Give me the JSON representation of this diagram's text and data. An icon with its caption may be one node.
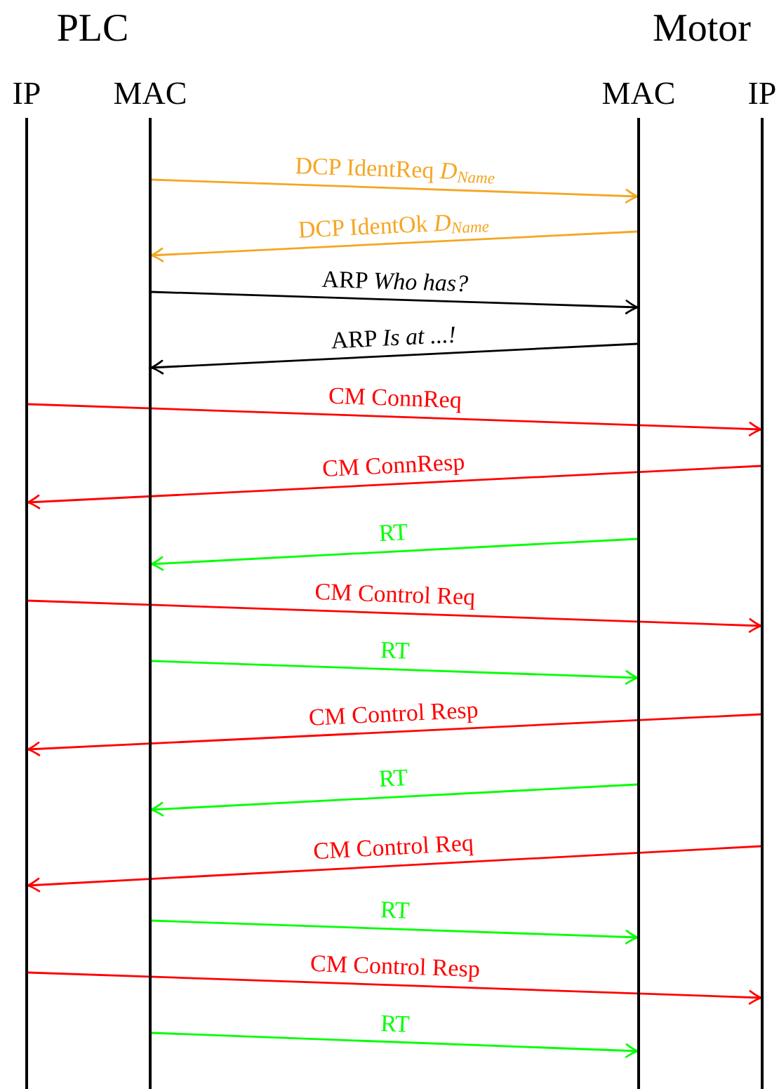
{
  "diagram": {
    "nodes": [
      {
        "text": [
          "IP"
        ]
      },
      {
        "text": [
          "MAC"
        ]
      },
      {
        "text": [
          "MAC"
        ]
      },
      {
        "text": [
          "IP"
        ]
      }
    ],
    "edges": [
      {
        "from": 1,
        "to": 2,
        "arrow": "to",
        "label": "DCP IdentReq *D*$_{Name}$",
        "color": "#f5a623"
      },
      {
        "from": 2,
        "to": 1,
        "arrow": "to",
        "label": "DCP IdentOk *D*$_{Name}$",
        "color": "#f5a623"
      },
      {
        "from": 1,
        "to": 2,
        "arrow": "to",
        "label": "ARP *Who has?*",
        "color": "#000000"
      },
      {
        "from": 2,
        "to": 1,
        "arrow": "to",
        "label": "ARP *Is at ...!*",
        "color": "#000000"
      },
      {
        "from": 0,
        "to": 3,
        "arrow": "to",
        "label": "CM ConnReq"
      },
      {
        "from": 3,
        "to": 0,
        "arrow": "to",
        "label": "CM ConnResp"
      },
      {
        "from": 2,
        "to": 1,
        "arrow": "to",
        "label": "RT",
        "color": "#00ff00"
      },
      {
        "from": 0,
        "to": 3,
        "arrow": "to",
        "label": "CM Control Req"
      },
      {
        "from": 1,
        "to": 2,
        "arrow": "to",
        "label": "RT",
        "color": "#00ff00"
      },
      {
        "from": 3,
        "to": 0,
        "arrow": "to",
        "label": "CM Control Resp"
      },
      {
        "from": 2,
        "to": 1,
        "arrow": "to",
        "label": "RT",
        "color": "#00ff00"
      },
      {
        "from": 3,
        "to": 0,
        "arrow": "to",
        "label": "CM Control Req"
      },
      {
        "from": 1,
        "to": 2,
        "arrow": "to",
        "label": "RT",
        "color": "#00ff00"
      },
      {
        "from": 0,
        "to": 3,
        "arrow": "to",
        "label": "CM Control Resp"
      },
      {
        "from": 1,
        "to": 2,
        "arrow": "to",
        "label": "RT",
        "color": "#00ff00"
      }
    ],
    "labels": [
      "PLC",
      "Motor"
    ]
  }
}
